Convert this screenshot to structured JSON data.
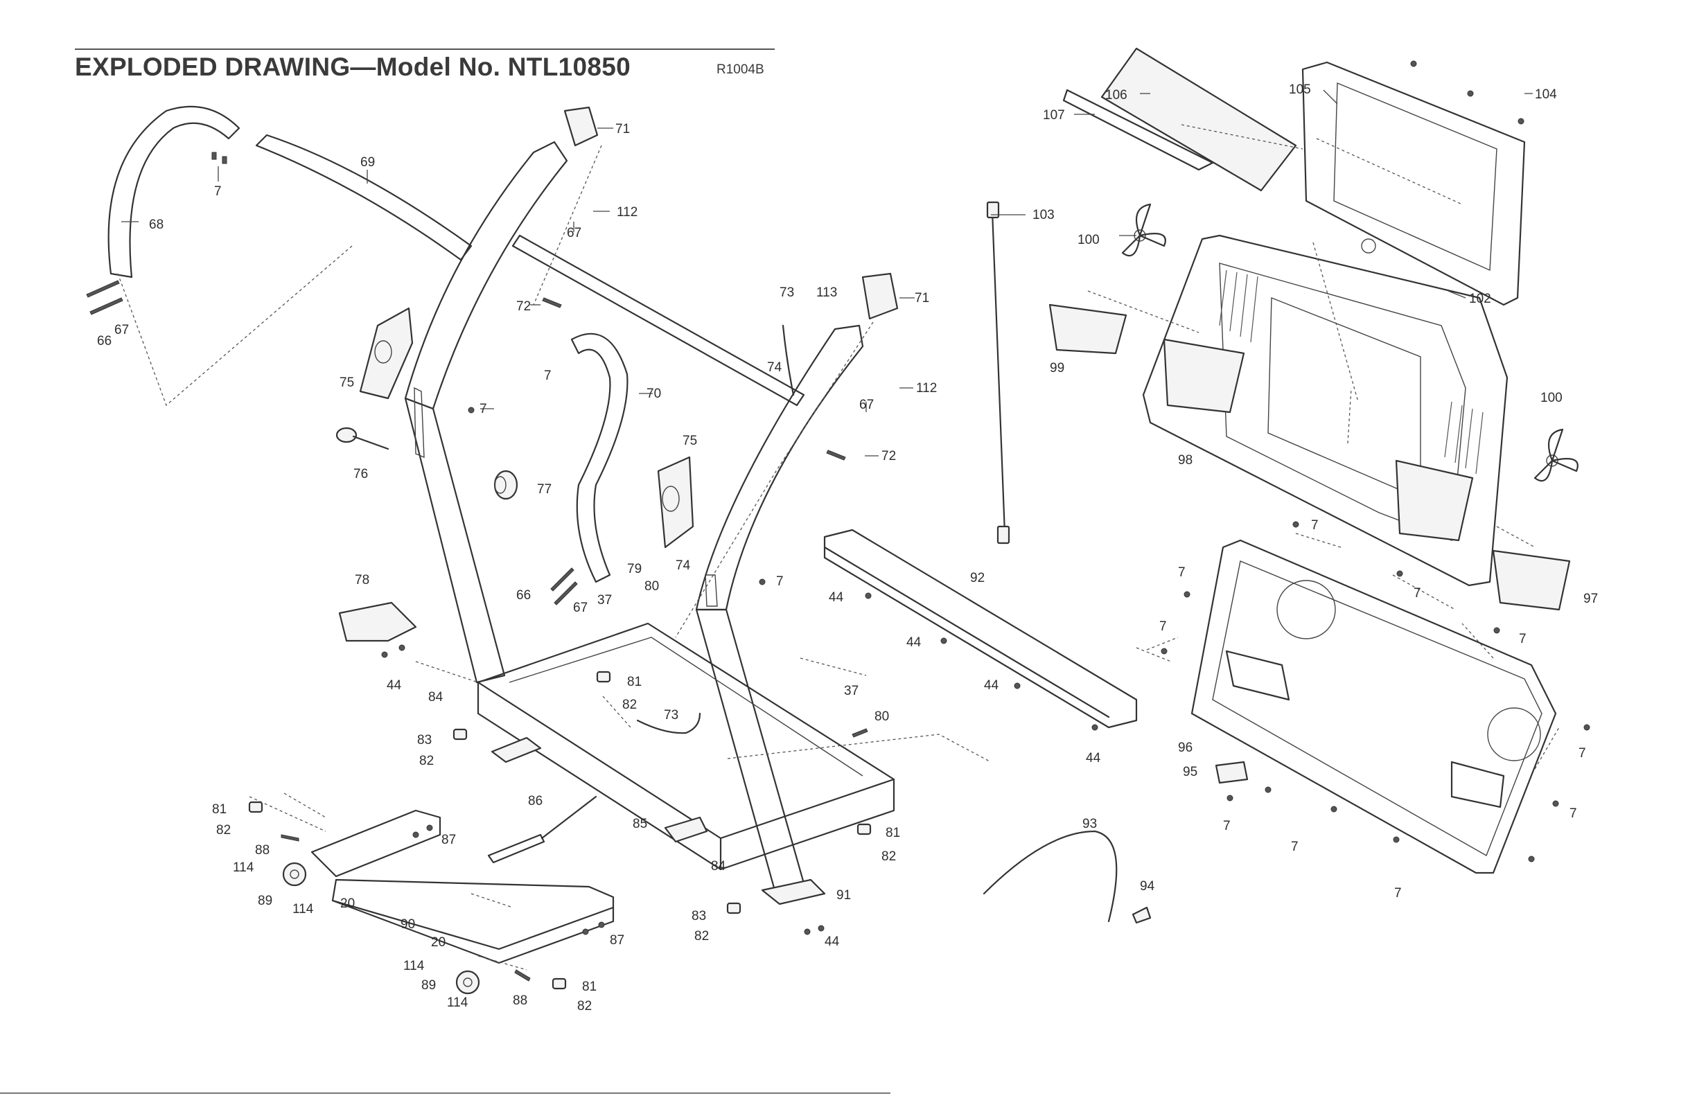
{
  "header": {
    "title": "EXPLODED DRAWING—Model No. NTL10850",
    "drawing_code": "R1004B"
  },
  "callouts": {
    "c7a": "7",
    "c68": "68",
    "c69": "69",
    "c66a": "66",
    "c67a": "67",
    "c71a": "71",
    "c112a": "112",
    "c67b": "67",
    "c72a": "72",
    "c75a": "75",
    "c7b": "7",
    "c76": "76",
    "c77": "77",
    "c7c": "7",
    "c70": "70",
    "c73a": "73",
    "c113": "113",
    "c71b": "71",
    "c74a": "74",
    "c112b": "112",
    "c67c": "67",
    "c72b": "72",
    "c75b": "75",
    "c66b": "66",
    "c67d": "67",
    "c79": "79",
    "c37a": "37",
    "c80a": "80",
    "c74b": "74",
    "c7d": "7",
    "c78": "78",
    "c44a": "44",
    "c84a": "84",
    "c81a": "81",
    "c82a": "82",
    "c83a": "83",
    "c82b": "82",
    "c73b": "73",
    "c37b": "37",
    "c80b": "80",
    "c81b": "81",
    "c82c": "82",
    "c88a": "88",
    "c87a": "87",
    "c86": "86",
    "c85": "85",
    "c114a": "114",
    "c89a": "89",
    "c114b": "114",
    "c20a": "20",
    "c90": "90",
    "c81c": "81",
    "c82d": "82",
    "c84b": "84",
    "c91": "91",
    "c83b": "83",
    "c82e": "82",
    "c44b": "44",
    "c20b": "20",
    "c87b": "87",
    "c114c": "114",
    "c89b": "89",
    "c114d": "114",
    "c88b": "88",
    "c81d": "81",
    "c82f": "82",
    "c92": "92",
    "c44c": "44",
    "c44d": "44",
    "c44e": "44",
    "c44f": "44",
    "c106": "106",
    "c107": "107",
    "c105": "105",
    "c104": "104",
    "c103": "103",
    "c100a": "100",
    "c102": "102",
    "c99": "99",
    "c98": "98",
    "c100b": "100",
    "c7e": "7",
    "c7f": "7",
    "c7g": "7",
    "c7h": "7",
    "c97": "97",
    "c7i": "7",
    "c96": "96",
    "c7j": "7",
    "c95": "95",
    "c7k": "7",
    "c7l": "7",
    "c7m": "7",
    "c7n": "7",
    "c93": "93",
    "c94": "94"
  }
}
